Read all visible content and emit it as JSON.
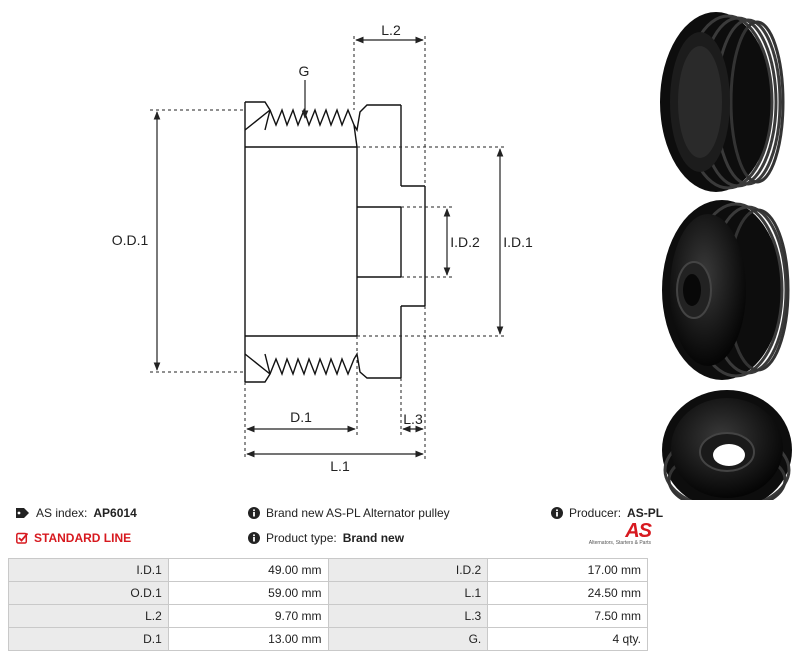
{
  "diagram": {
    "labels": {
      "groove": "G",
      "l2": "L.2",
      "od1": "O.D.1",
      "id1": "I.D.1",
      "id2": "I.D.2",
      "d1": "D.1",
      "l3": "L.3",
      "l1": "L.1"
    }
  },
  "info": {
    "as_index_label": "AS index:",
    "as_index_value": "AP6014",
    "line": "STANDARD LINE",
    "brand_text": "Brand new AS-PL Alternator pulley",
    "product_type_label": "Product type:",
    "product_type_value": "Brand new",
    "producer_label": "Producer:",
    "producer_value": "AS-PL",
    "logo_text": "AS",
    "logo_sub": "Alternators, Starters & Parts"
  },
  "specs": [
    [
      {
        "k": "I.D.1",
        "v": "49.00 mm"
      },
      {
        "k": "I.D.2",
        "v": "17.00 mm"
      }
    ],
    [
      {
        "k": "O.D.1",
        "v": "59.00 mm"
      },
      {
        "k": "L.1",
        "v": "24.50 mm"
      }
    ],
    [
      {
        "k": "L.2",
        "v": "9.70 mm"
      },
      {
        "k": "L.3",
        "v": "7.50 mm"
      }
    ],
    [
      {
        "k": "D.1",
        "v": "13.00 mm"
      },
      {
        "k": "G.",
        "v": "4 qty."
      }
    ]
  ],
  "colors": {
    "accent": "#d7191f",
    "header_cell": "#ebebeb",
    "pulley": "#151515"
  }
}
